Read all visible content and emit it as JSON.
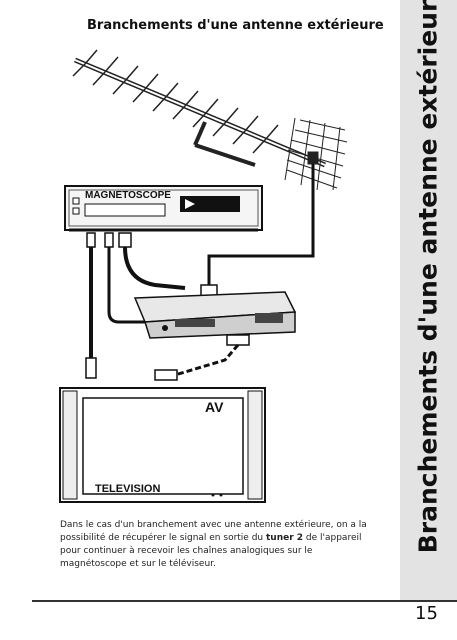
{
  "page": {
    "heading": "Branchements d'une antenne extérieure",
    "side_title": "Branchements d'une antenne extérieure",
    "page_number": "15"
  },
  "diagram": {
    "vcr_label": "MAGNETOSCOPE",
    "tv_label": "TELEVISION",
    "tv_input": "AV"
  },
  "body": {
    "text_before": "Dans le cas d'un branchement avec une antenne extérieure, on a la possibilité de récupérer le signal en sortie du ",
    "text_bold": "tuner 2",
    "text_after": " de l'appareil pour continuer à recevoir les chaînes analogiques sur le magnétoscope et sur le téléviseur."
  }
}
